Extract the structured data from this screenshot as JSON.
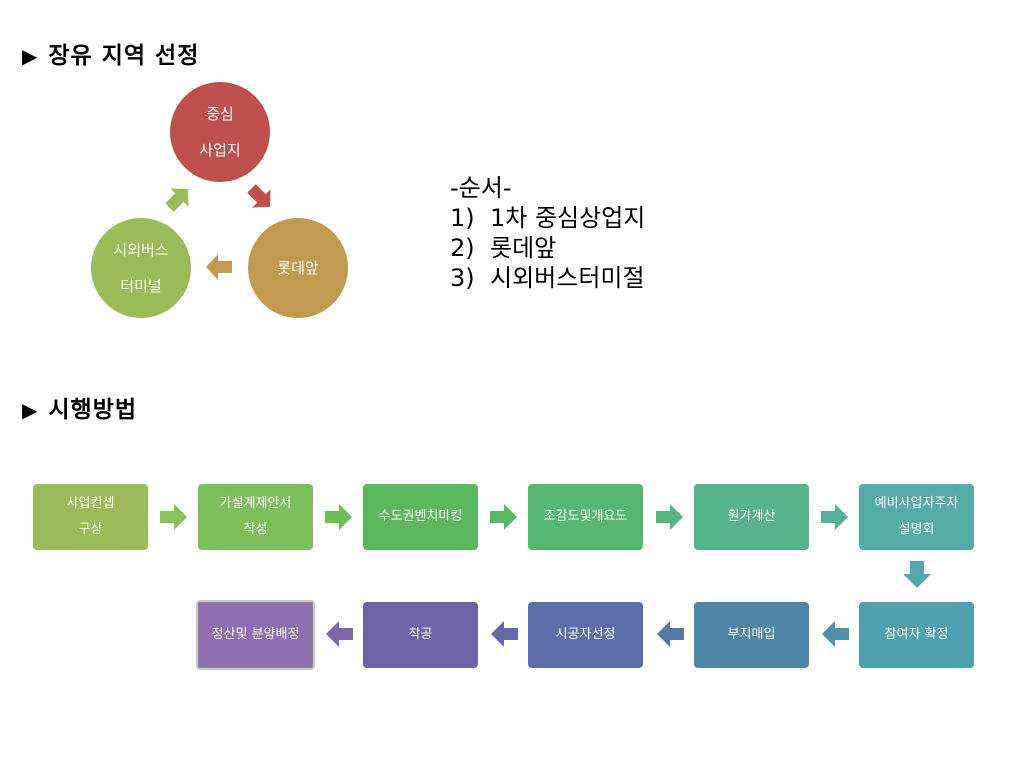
{
  "section1": {
    "title": "장유 지역 선정",
    "marker": "▶",
    "cycle": [
      {
        "line1": "중심",
        "line2": "사업지",
        "color": "#c0504d"
      },
      {
        "line1": "롯데앞",
        "line2": "",
        "color": "#c29a4f"
      },
      {
        "line1": "시외버스",
        "line2": "터미널",
        "color": "#9bbb59"
      }
    ],
    "order": {
      "header": "-순서-",
      "items": [
        {
          "num": "1)",
          "text": "1차 중심상업지"
        },
        {
          "num": "2)",
          "text": "롯데앞"
        },
        {
          "num": "3)",
          "text": "시외버스터미절"
        }
      ]
    }
  },
  "section2": {
    "title": "시행방법",
    "marker": "▶",
    "row1": [
      {
        "line1": "사업컨셉",
        "line2": "구상",
        "color": "#9bbb59"
      },
      {
        "line1": "가설계제안서",
        "line2": "작성",
        "color": "#7dbf5a"
      },
      {
        "line1": "수도권벤치마킹",
        "line2": "",
        "color": "#5cb85c"
      },
      {
        "line1": "조감도및개요도",
        "line2": "",
        "color": "#56b773"
      },
      {
        "line1": "원가계산",
        "line2": "",
        "color": "#55b38e"
      },
      {
        "line1": "예비사업자주자",
        "line2": "설명회",
        "color": "#54aca6"
      }
    ],
    "row2": [
      {
        "line1": "참여자 확정",
        "line2": "",
        "color": "#4ea0ae"
      },
      {
        "line1": "부지매입",
        "line2": "",
        "color": "#4f86a8"
      },
      {
        "line1": "시공자선정",
        "line2": "",
        "color": "#5b6eaa"
      },
      {
        "line1": "착공",
        "line2": "",
        "color": "#6f63a8"
      },
      {
        "line1": "정산및 분양배정",
        "line2": "",
        "color": "#8e6db1"
      }
    ],
    "arrow_colors": {
      "row1": [
        "#8cc05a",
        "#6fbe5a",
        "#59b865",
        "#55b581",
        "#55b09b"
      ],
      "down": "#53a8ae",
      "row2": [
        "#4e92ac",
        "#557aa9",
        "#6568a9",
        "#7e65ad"
      ]
    }
  }
}
